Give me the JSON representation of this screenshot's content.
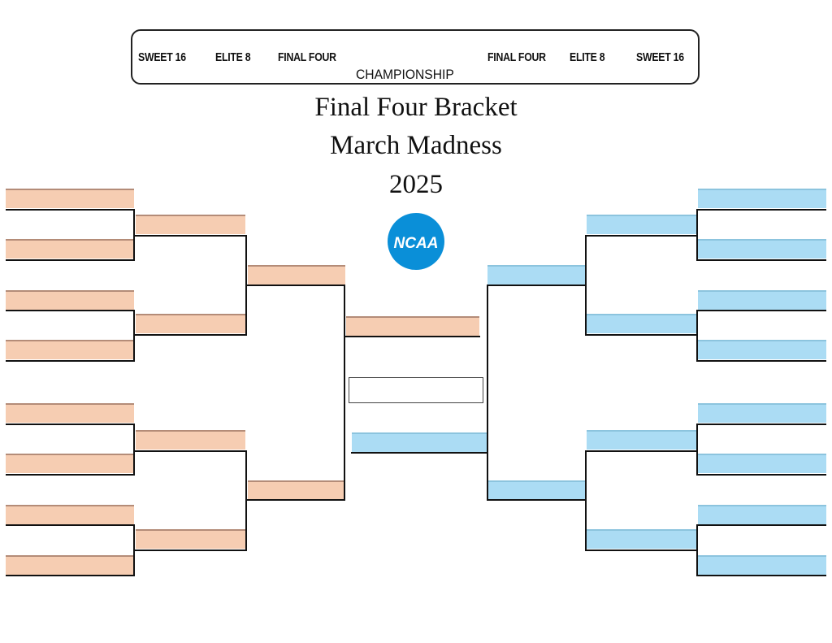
{
  "header": {
    "left_rounds": [
      "SWEET 16",
      "ELITE 8",
      "FINAL FOUR"
    ],
    "center_round": "CHAMPIONSHIP",
    "right_rounds": [
      "FINAL FOUR",
      "ELITE 8",
      "SWEET 16"
    ]
  },
  "title": {
    "line1": "Final Four Bracket",
    "line2": "March Madness",
    "year": "2025"
  },
  "logo": {
    "text": "NCAA",
    "color": "#0a8fd8"
  },
  "colors": {
    "left_slots": "#f6cdb2",
    "right_slots": "#abdcf4",
    "lines": "#111111"
  }
}
